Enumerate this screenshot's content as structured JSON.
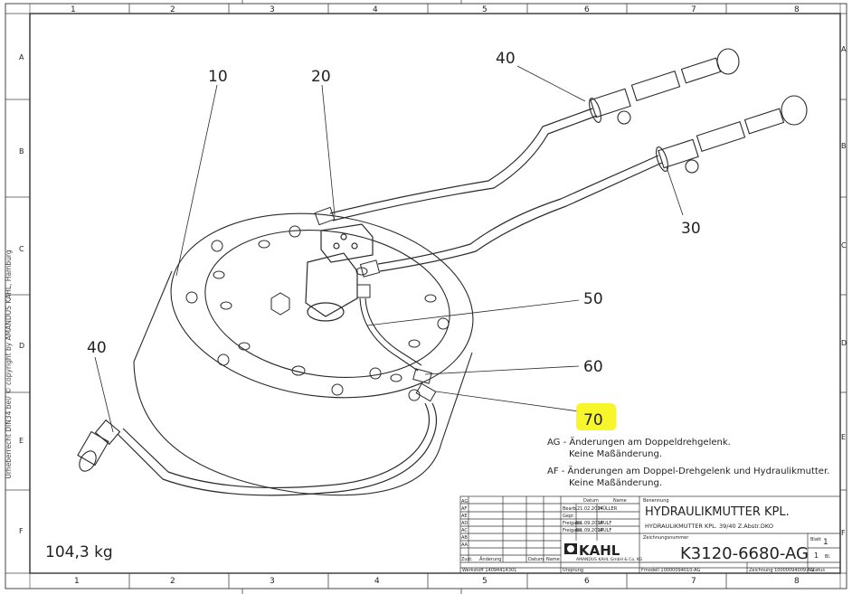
{
  "frame": {
    "columns_top": [
      "1",
      "2",
      "3",
      "4",
      "5",
      "6",
      "7",
      "8"
    ],
    "columns_bottom": [
      "1",
      "2",
      "3",
      "4",
      "5",
      "6",
      "7",
      "8"
    ],
    "rows": [
      "A",
      "B",
      "C",
      "D",
      "E",
      "F"
    ]
  },
  "copyright": "Urheberrecht DIN34 bei/ © copyright by AMANDUS KAHL, Hamburg",
  "callouts": [
    "10",
    "20",
    "40",
    "30",
    "50",
    "60",
    "40",
    "70"
  ],
  "notes": {
    "ag_line1": "AG - Änderungen am Doppeldrehgelenk.",
    "ag_line2": "Keine Maßänderung.",
    "af_line1": "AF - Änderungen am Doppel-Drehgelenk und Hydraulikmutter.",
    "af_line2": "Keine Maßänderung."
  },
  "weight": "104,3 kg",
  "title_block": {
    "benennung_label": "Benennung",
    "title": "HYDRAULIKMUTTER KPL.",
    "subtitle": "HYDRAULIKMUTTER KPL. 39/40 Z.Abstr.DKO",
    "zeichnungsnummer_label": "Zeichnungsnummer",
    "drawing_number": "K3120-6680-AG",
    "blatt": "1",
    "blatt_label": "Blatt",
    "von": "1",
    "von_label": "Bl.",
    "datum_label": "Datum",
    "name_label": "Name",
    "rows": [
      {
        "role": "Bearb.",
        "date": "21.02.2014",
        "name": "MÜLLER"
      },
      {
        "role": "Gepr.",
        "date": "",
        "name": ""
      },
      {
        "role": "Freigabe",
        "date": "01.09.2014",
        "name": "WULF"
      },
      {
        "role": "Freigabe",
        "date": "01.09.2014",
        "name": "WULF"
      }
    ],
    "revision_letters": [
      "AG",
      "AF",
      "AE",
      "AD",
      "AC",
      "AB",
      "AA"
    ],
    "zust_label": "Zust.",
    "aenderung_label": "Änderung",
    "datum2_label": "Datum",
    "name2_label": "Name",
    "werkstoff": "Werkstoff 14094414301",
    "ursprung": "Ursprung",
    "logo_text": "KAHL",
    "company": "AMANDUS KAHL GmbH & Co. KG",
    "fmodell": "Fmodell 10000094010-AG",
    "zeichnung": "Zeichnung 10000094009-AG",
    "status": "Status"
  }
}
